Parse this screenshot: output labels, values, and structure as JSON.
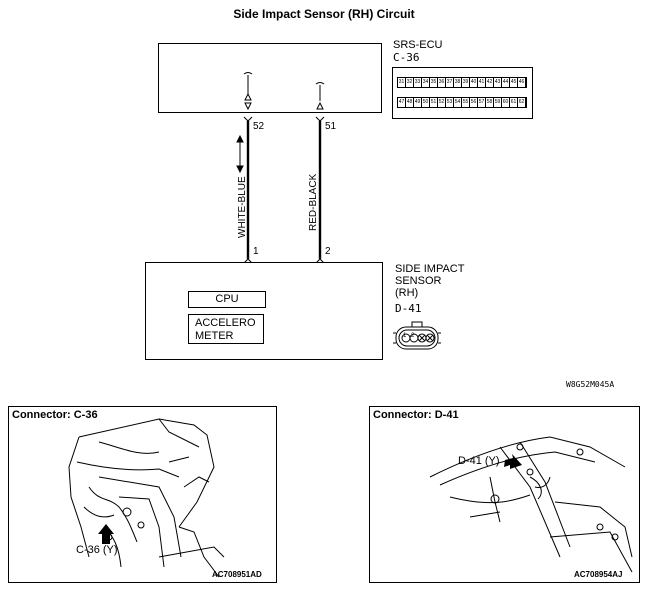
{
  "title": "Side Impact Sensor (RH) Circuit",
  "ecu": {
    "name": "SRS-ECU",
    "connector": "C-36",
    "pins_row1": [
      "31",
      "32",
      "33",
      "34",
      "35",
      "36",
      "37",
      "38",
      "39",
      "40",
      "41",
      "42",
      "43",
      "44",
      "45",
      "46"
    ],
    "pins_row2": [
      "47",
      "48",
      "49",
      "50",
      "51",
      "52",
      "53",
      "54",
      "55",
      "56",
      "57",
      "58",
      "59",
      "60",
      "61",
      "62"
    ]
  },
  "wires": {
    "left": {
      "ecu_pin": "52",
      "color": "WHITE-BLUE",
      "sensor_pin": "1"
    },
    "right": {
      "ecu_pin": "51",
      "color": "RED-BLACK",
      "sensor_pin": "2"
    }
  },
  "sensor": {
    "name_line1": "SIDE IMPACT",
    "name_line2": "SENSOR",
    "name_line3": "(RH)",
    "connector": "D-41",
    "cpu_label": "CPU",
    "accel_line1": "ACCELERO",
    "accel_line2": "METER",
    "connector_pins": [
      "1",
      "2"
    ]
  },
  "diagram_code": "W8G52M045A",
  "panels": [
    {
      "caption": "Connector: C-36",
      "callout": "C-36 (Y)",
      "code": "AC708951AD"
    },
    {
      "caption": "Connector: D-41",
      "callout": "D-41 (Y)",
      "code": "AC708954AJ"
    }
  ]
}
